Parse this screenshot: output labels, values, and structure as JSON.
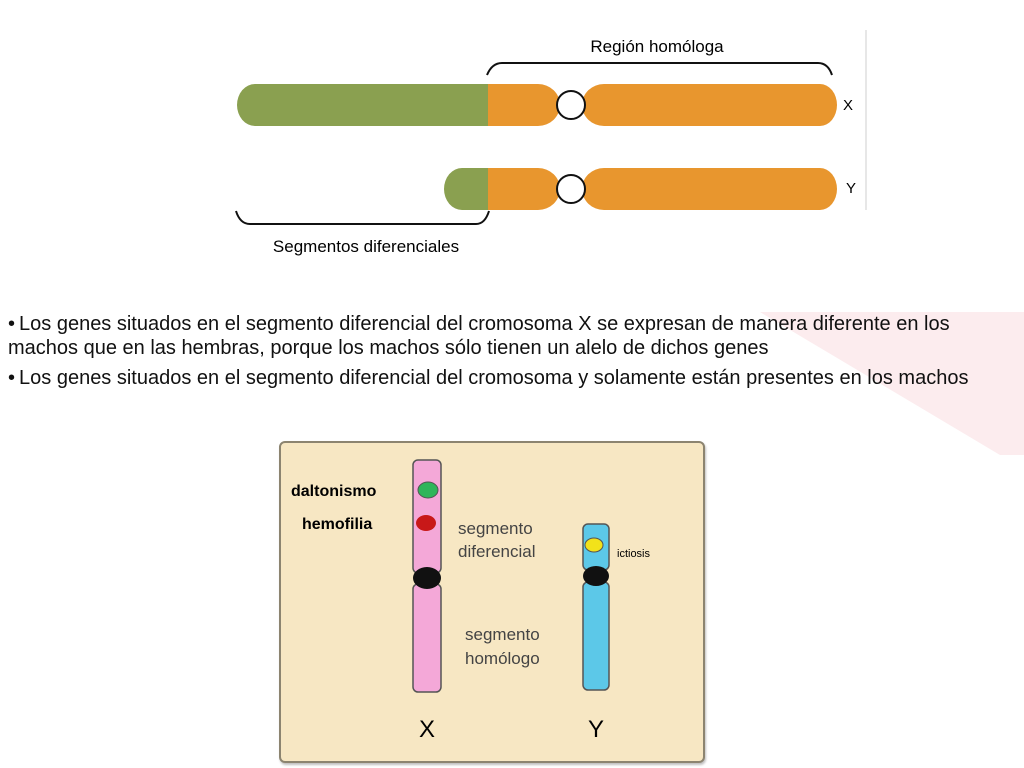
{
  "top_diagram": {
    "region_label": "Región homóloga",
    "chromosome_x_label": "X",
    "chromosome_y_label": "Y",
    "differential_label": "Segmentos diferenciales",
    "colors": {
      "differential": "#8aa050",
      "homologous": "#e8962e",
      "centromere": "#ffffff"
    }
  },
  "bullets": [
    {
      "marker": "•",
      "text": "Los genes situados en el segmento diferencial del cromosoma X se expresan de manera diferente en los machos que en las hembras, porque los machos sólo tienen un alelo de dichos genes"
    },
    {
      "marker": "•",
      "text": "Los genes situados en el segmento diferencial del cromosoma y solamente están presentes en los machos"
    }
  ],
  "bottom_diagram": {
    "gene_labels": {
      "daltonismo": "daltonismo",
      "hemofilia": "hemofilia",
      "ictiosis": "ictiosis"
    },
    "segment_labels": {
      "differential_line1": "segmento",
      "differential_line2": "diferencial",
      "homologous_line1": "segmento",
      "homologous_line2": "homólogo"
    },
    "chromosome_x_label": "X",
    "chromosome_y_label": "Y",
    "colors": {
      "x_chromosome": "#f4a8d8",
      "y_chromosome": "#5cc8e8",
      "daltonismo_gene": "#2fb55a",
      "hemofilia_gene": "#c81818",
      "ictiosis_gene": "#f2e21a",
      "centromere": "#111111",
      "panel_background": "#f7e7c3"
    }
  }
}
